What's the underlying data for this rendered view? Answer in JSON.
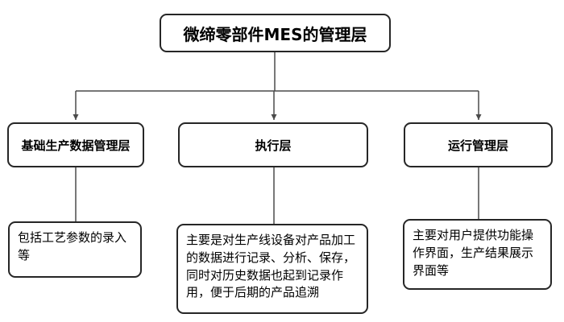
{
  "diagram": {
    "title": "微缔零部件MES的管理层",
    "layers": [
      {
        "label": "基础生产数据管理层",
        "description": "包括工艺参数的录入等"
      },
      {
        "label": "执行层",
        "description": "主要是对生产线设备对产品加工的数据进行记录、分析、保存，同时对历史数据也起到记录作用，便于后期的产品追溯"
      },
      {
        "label": "运行管理层",
        "description": "主要对用户提供功能操作界面，生产结果展示界面等"
      }
    ],
    "colors": {
      "line": "#4a4a4a",
      "border": "#262626",
      "box_background": "#ffffff",
      "text": "#000000"
    }
  }
}
